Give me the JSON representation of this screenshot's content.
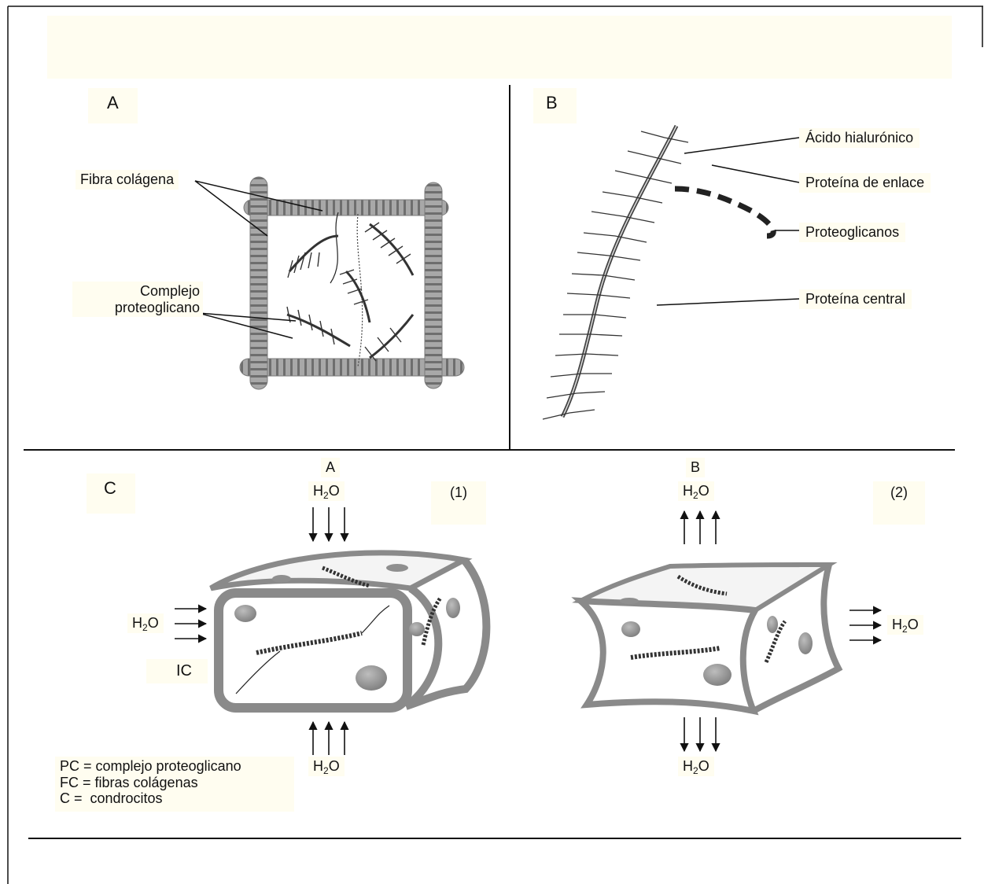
{
  "panels": {
    "a": "A",
    "b": "B",
    "c": "C"
  },
  "panel_a": {
    "fibra_colagena": "Fibra colágena",
    "complejo_line1": "Complejo",
    "complejo_line2": "proteoglicano"
  },
  "panel_b": {
    "acido_hialuronico": "Ácido hialurónico",
    "proteina_enlace": "Proteína de enlace",
    "proteoglicanos": "Proteoglicanos",
    "proteina_central": "Proteína central"
  },
  "panel_c": {
    "sub_a": "A",
    "sub_b": "B",
    "num_1": "(1)",
    "num_2": "(2)",
    "water_main": "H",
    "water_sub": "2",
    "water_tail": "O",
    "ic": "IC",
    "legend": [
      "PC = complejo proteoglicano",
      "FC = fibras colágenas",
      "C =  condrocitos"
    ]
  },
  "colors": {
    "line": "#111111",
    "fiber": "#9a9a9a",
    "fiber_dark": "#6e6e6e",
    "proteoglycan": "#3a3a3a",
    "label_bg": "#fffdf0"
  }
}
